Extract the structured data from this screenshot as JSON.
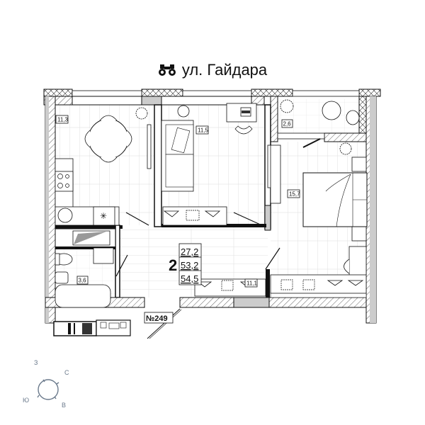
{
  "header": {
    "street": "ул. Гайдара",
    "icon": "binoculars-icon"
  },
  "apartment": {
    "rooms_count": "2",
    "living_area": "27,2",
    "total_area_no_balcony": "53,2",
    "total_area": "54,5",
    "number": "№249"
  },
  "rooms": [
    {
      "name": "kitchen",
      "area": "11,3"
    },
    {
      "name": "bedroom-small",
      "area": "11,5"
    },
    {
      "name": "balcony",
      "area": "2,6"
    },
    {
      "name": "bedroom-large",
      "area": "15,7"
    },
    {
      "name": "bathroom",
      "area": "3,6"
    },
    {
      "name": "hallway",
      "area": "11,1"
    }
  ],
  "compass": {
    "north": "С",
    "east": "В",
    "south": "Ю",
    "west": "З"
  },
  "colors": {
    "wall": "#111111",
    "wall_fill": "#cccccc",
    "floor_lines": "#d8d8d8",
    "compass": "#6b7a8c"
  }
}
